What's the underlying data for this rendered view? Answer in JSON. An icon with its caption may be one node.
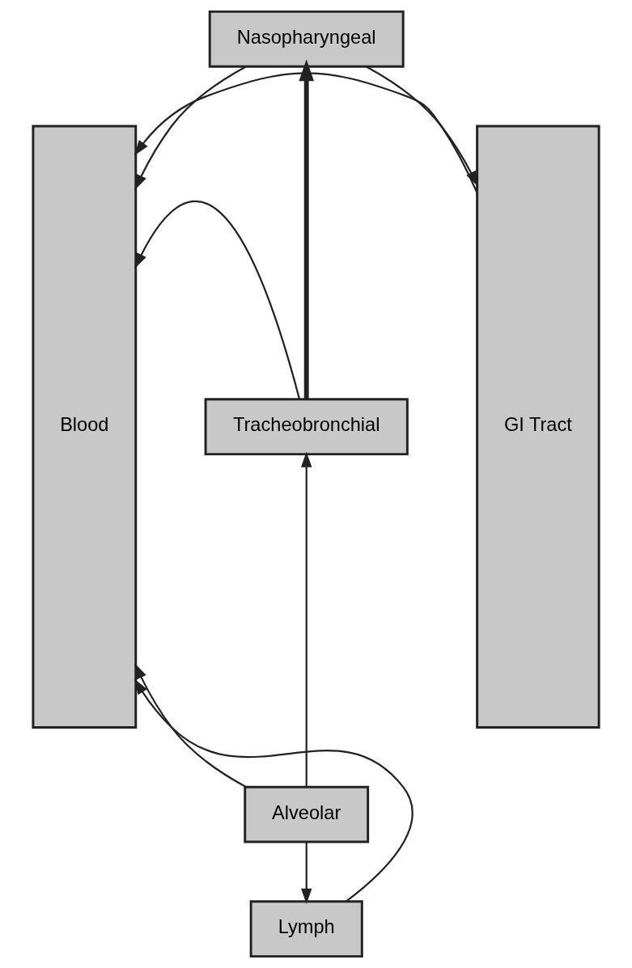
{
  "diagram": {
    "nodes": [
      {
        "text": [
          "Blood"
        ]
      },
      {
        "text": [
          "Nasopharyngeal"
        ]
      },
      {
        "text": [
          "Tracheobronchial"
        ]
      },
      {
        "text": [
          "Alveolar"
        ]
      },
      {
        "text": [
          "Lymph"
        ]
      },
      {
        "text": [
          "GI Tract"
        ]
      }
    ],
    "edges": [
      {
        "from": 1,
        "to": 0,
        "arrow": "to"
      },
      {
        "from": 1,
        "to": 5,
        "arrow": "to"
      },
      {
        "from": 2,
        "to": 1,
        "arrow": "to",
        "style": "thick"
      },
      {
        "from": 2,
        "to": 0,
        "arrow": "to"
      },
      {
        "from": 3,
        "to": 2,
        "arrow": "to"
      },
      {
        "from": 3,
        "to": 0,
        "arrow": "to"
      },
      {
        "from": 3,
        "to": 4,
        "arrow": "to"
      },
      {
        "from": 4,
        "to": 0,
        "arrow": "to"
      },
      {
        "from": 5,
        "to": 0,
        "arrow": "to"
      }
    ]
  }
}
